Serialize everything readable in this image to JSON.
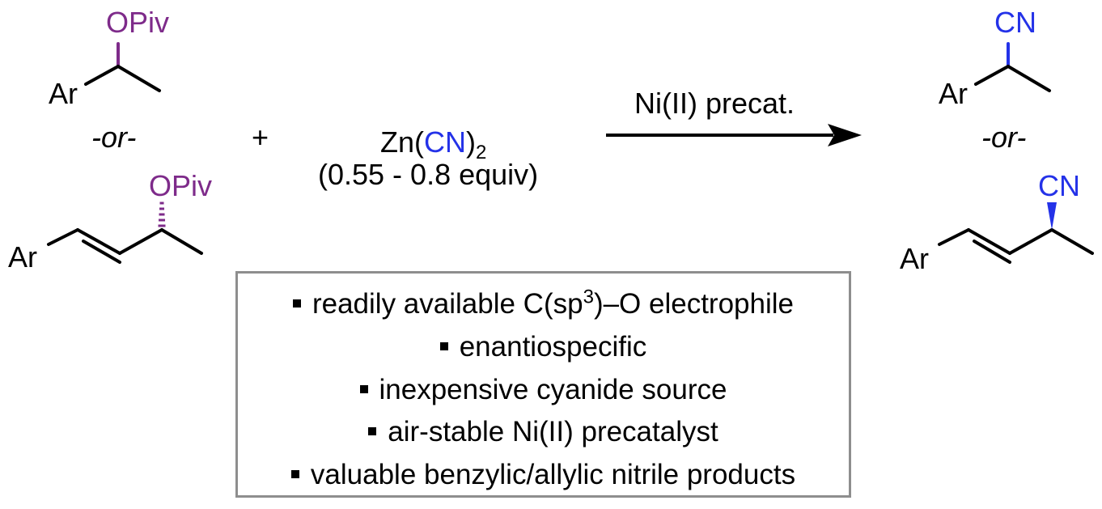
{
  "substrate_top": {
    "leaving_group": "OPiv",
    "aryl": "Ar"
  },
  "or_label": "-or-",
  "substrate_bottom": {
    "leaving_group": "OPiv",
    "aryl": "Ar"
  },
  "plus": "+",
  "reagent": {
    "prefix": "Zn(",
    "cyanide": "CN",
    "suffix": ")",
    "subscript": "2",
    "equiv": "(0.55 - 0.8 equiv)"
  },
  "arrow_label": "Ni(II) precat.",
  "product_top": {
    "nitrile": "CN",
    "aryl": "Ar"
  },
  "product_bottom": {
    "nitrile": "CN",
    "aryl": "Ar"
  },
  "features": {
    "f1_before": "readily available C(sp",
    "f1_sup": "3",
    "f1_after": ")–O electrophile",
    "f2": "enantiospecific",
    "f3": "inexpensive cyanide source",
    "f4": "air-stable Ni(II) precatalyst",
    "f5": "valuable benzylic/allylic nitrile products"
  },
  "colors": {
    "piv": "#7e2b8a",
    "cyanide": "#2432e8",
    "box_border": "#8e8e8e"
  }
}
